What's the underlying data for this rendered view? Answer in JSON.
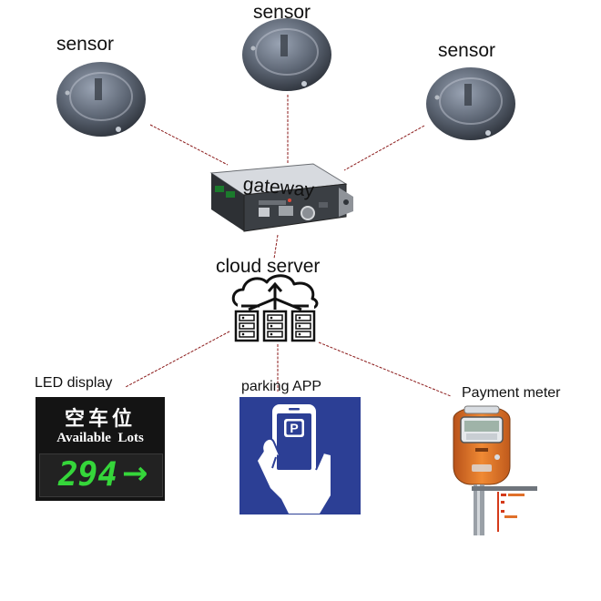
{
  "diagram": {
    "nodes": {
      "sensor_left": {
        "label": "sensor"
      },
      "sensor_top": {
        "label": "sensor"
      },
      "sensor_right": {
        "label": "sensor"
      },
      "gateway": {
        "label": "gateway"
      },
      "cloud_server": {
        "label": "cloud server"
      },
      "led_display": {
        "label": "LED display",
        "sign_chars": "空车位",
        "sign_text": "Available  Lots",
        "count": "294",
        "arrow": "→"
      },
      "parking_app": {
        "label": "parking APP",
        "badge": "P"
      },
      "payment_meter": {
        "label": "Payment meter"
      }
    },
    "edges": [
      [
        "sensor_left",
        "gateway"
      ],
      [
        "sensor_top",
        "gateway"
      ],
      [
        "sensor_right",
        "gateway"
      ],
      [
        "gateway",
        "cloud_server"
      ],
      [
        "cloud_server",
        "led_display"
      ],
      [
        "cloud_server",
        "parking_app"
      ],
      [
        "cloud_server",
        "payment_meter"
      ]
    ]
  },
  "colors": {
    "connector": "#8b1a1a",
    "app_tile": "#2c3f95",
    "led_green": "#35d63a",
    "meter_orange": "#e07a28"
  }
}
